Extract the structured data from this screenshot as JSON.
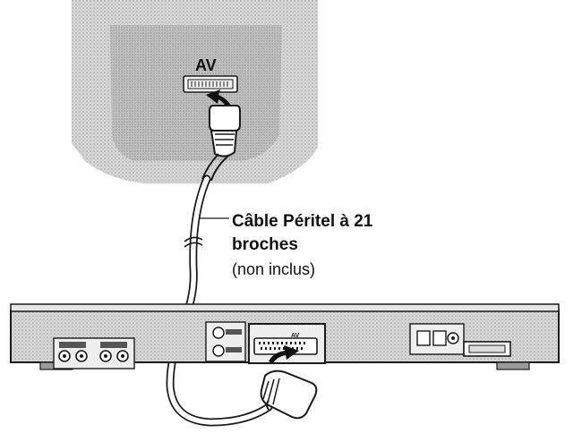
{
  "labels": {
    "tv_socket": "AV",
    "cable_line1": "Câble Péritel à 21",
    "cable_line2": "broches",
    "cable_note": "(non inclus)",
    "panel_socket": "AV"
  },
  "colors": {
    "tv_shade": "#d4d4d4",
    "player_body": "#cfcfcf",
    "outline": "#1a1a1a",
    "arrow": "#111111"
  }
}
